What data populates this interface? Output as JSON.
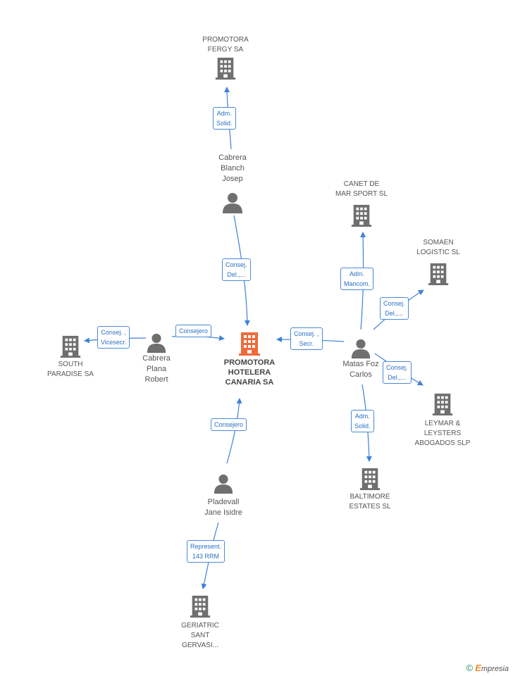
{
  "colors": {
    "edge": "#3f82d6",
    "building": "#6f6f6f",
    "center": "#f06a3a",
    "person": "#6f6f6f"
  },
  "center": {
    "label": "PROMOTORA\nHOTELERA\nCANARIA SA"
  },
  "people": {
    "cabrera_blanch": "Cabrera\nBlanch\nJosep",
    "cabrera_plana": "Cabrera\nPlana\nRobert",
    "matas_foz": "Matas Foz\nCarlos",
    "pladevall": "Pladevall\nJane Isidre"
  },
  "companies": {
    "fergy": "PROMOTORA\nFERGY SA",
    "canet": "CANET DE\nMAR SPORT SL",
    "somaen": "SOMAEN\nLOGISTIC SL",
    "south": "SOUTH\nPARADISE SA",
    "leymar": "LEYMAR &\nLEYSTERS\nABOGADOS  SLP",
    "baltimore": "BALTIMORE\nESTATES SL",
    "geriatric": "GERIATRIC\nSANT\nGERVASI..."
  },
  "edges": {
    "blanch_fergy": "Adm.\nSolid.",
    "blanch_center": "Consej.\nDel.,...",
    "plana_center": "Consejero",
    "plana_south": "Consej. ,\nVicesecr.",
    "matas_center": "Consej. ,\nSecr.",
    "matas_canet": "Adm.\nMancom.",
    "matas_somaen": "Consej.\nDel.,...",
    "matas_leymar": "Consej.\nDel.,...",
    "matas_baltimore": "Adm.\nSolid.",
    "pladevall_center": "Consejero",
    "pladevall_geriatric": "Represent.\n143 RRM"
  },
  "brand": {
    "copyright": "©",
    "initial": "E",
    "rest": "mpresia"
  }
}
